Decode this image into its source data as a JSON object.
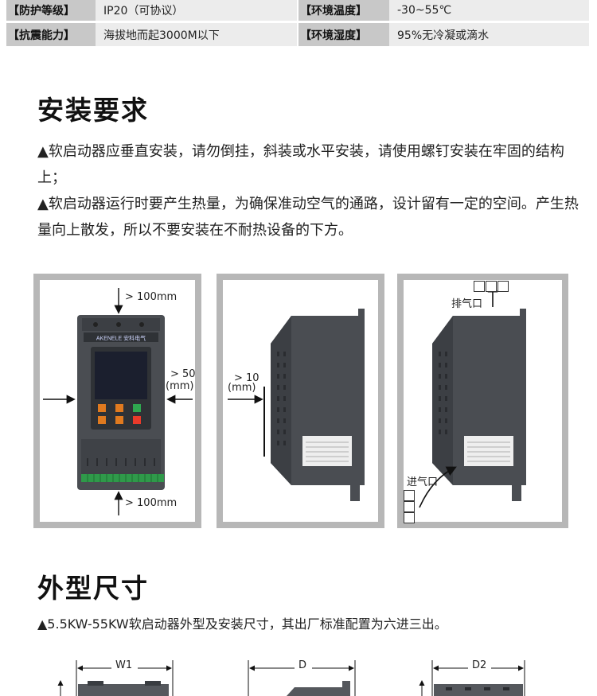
{
  "specs": [
    [
      {
        "key": "【防护等级】",
        "value": "IP20（可协议）"
      },
      {
        "key": "【环境温度】",
        "value": "-30~55℃"
      }
    ],
    [
      {
        "key": "【抗震能力】",
        "value": "海拔地而起3000M以下"
      },
      {
        "key": "【环境湿度】",
        "value": "95%无冷凝或滴水"
      }
    ]
  ],
  "install": {
    "title": "安装要求",
    "paragraphs": [
      "▲软启动器应垂直安装，请勿倒挂，斜装或水平安装，请使用螺钉安装在牢固的结构上；",
      "▲软启动器运行时要产生热量，为确保准动空气的通路，设计留有一定的空间。产生热量向上散发，所以不要安装在不耐热设备的下方。"
    ]
  },
  "diagrams": {
    "front": {
      "top_clearance": "> 100mm",
      "bottom_clearance": "> 100mm",
      "side_clearance_value": "> 50",
      "side_clearance_unit": "(mm)",
      "brand": "AKENELE 安科电气"
    },
    "side": {
      "clearance_value": "> 10",
      "clearance_unit": "(mm)"
    },
    "airflow": {
      "exhaust_label": "排气口",
      "intake_label": "进气口"
    }
  },
  "dimensions": {
    "title": "外型尺寸",
    "description": "▲5.5KW-55KW软启动器外型及安装尺寸，其出厂标准配置为六进三出。",
    "labels": [
      "W1",
      "D",
      "D2"
    ]
  },
  "colors": {
    "device_body": "#4a4d52",
    "device_dark": "#2f3236",
    "screen": "#1b1f2e",
    "panel_border": "#b7b7b7",
    "terminal_green": "#2f9a4a",
    "button_orange": "#e07a1f",
    "button_green": "#2fa84f"
  }
}
